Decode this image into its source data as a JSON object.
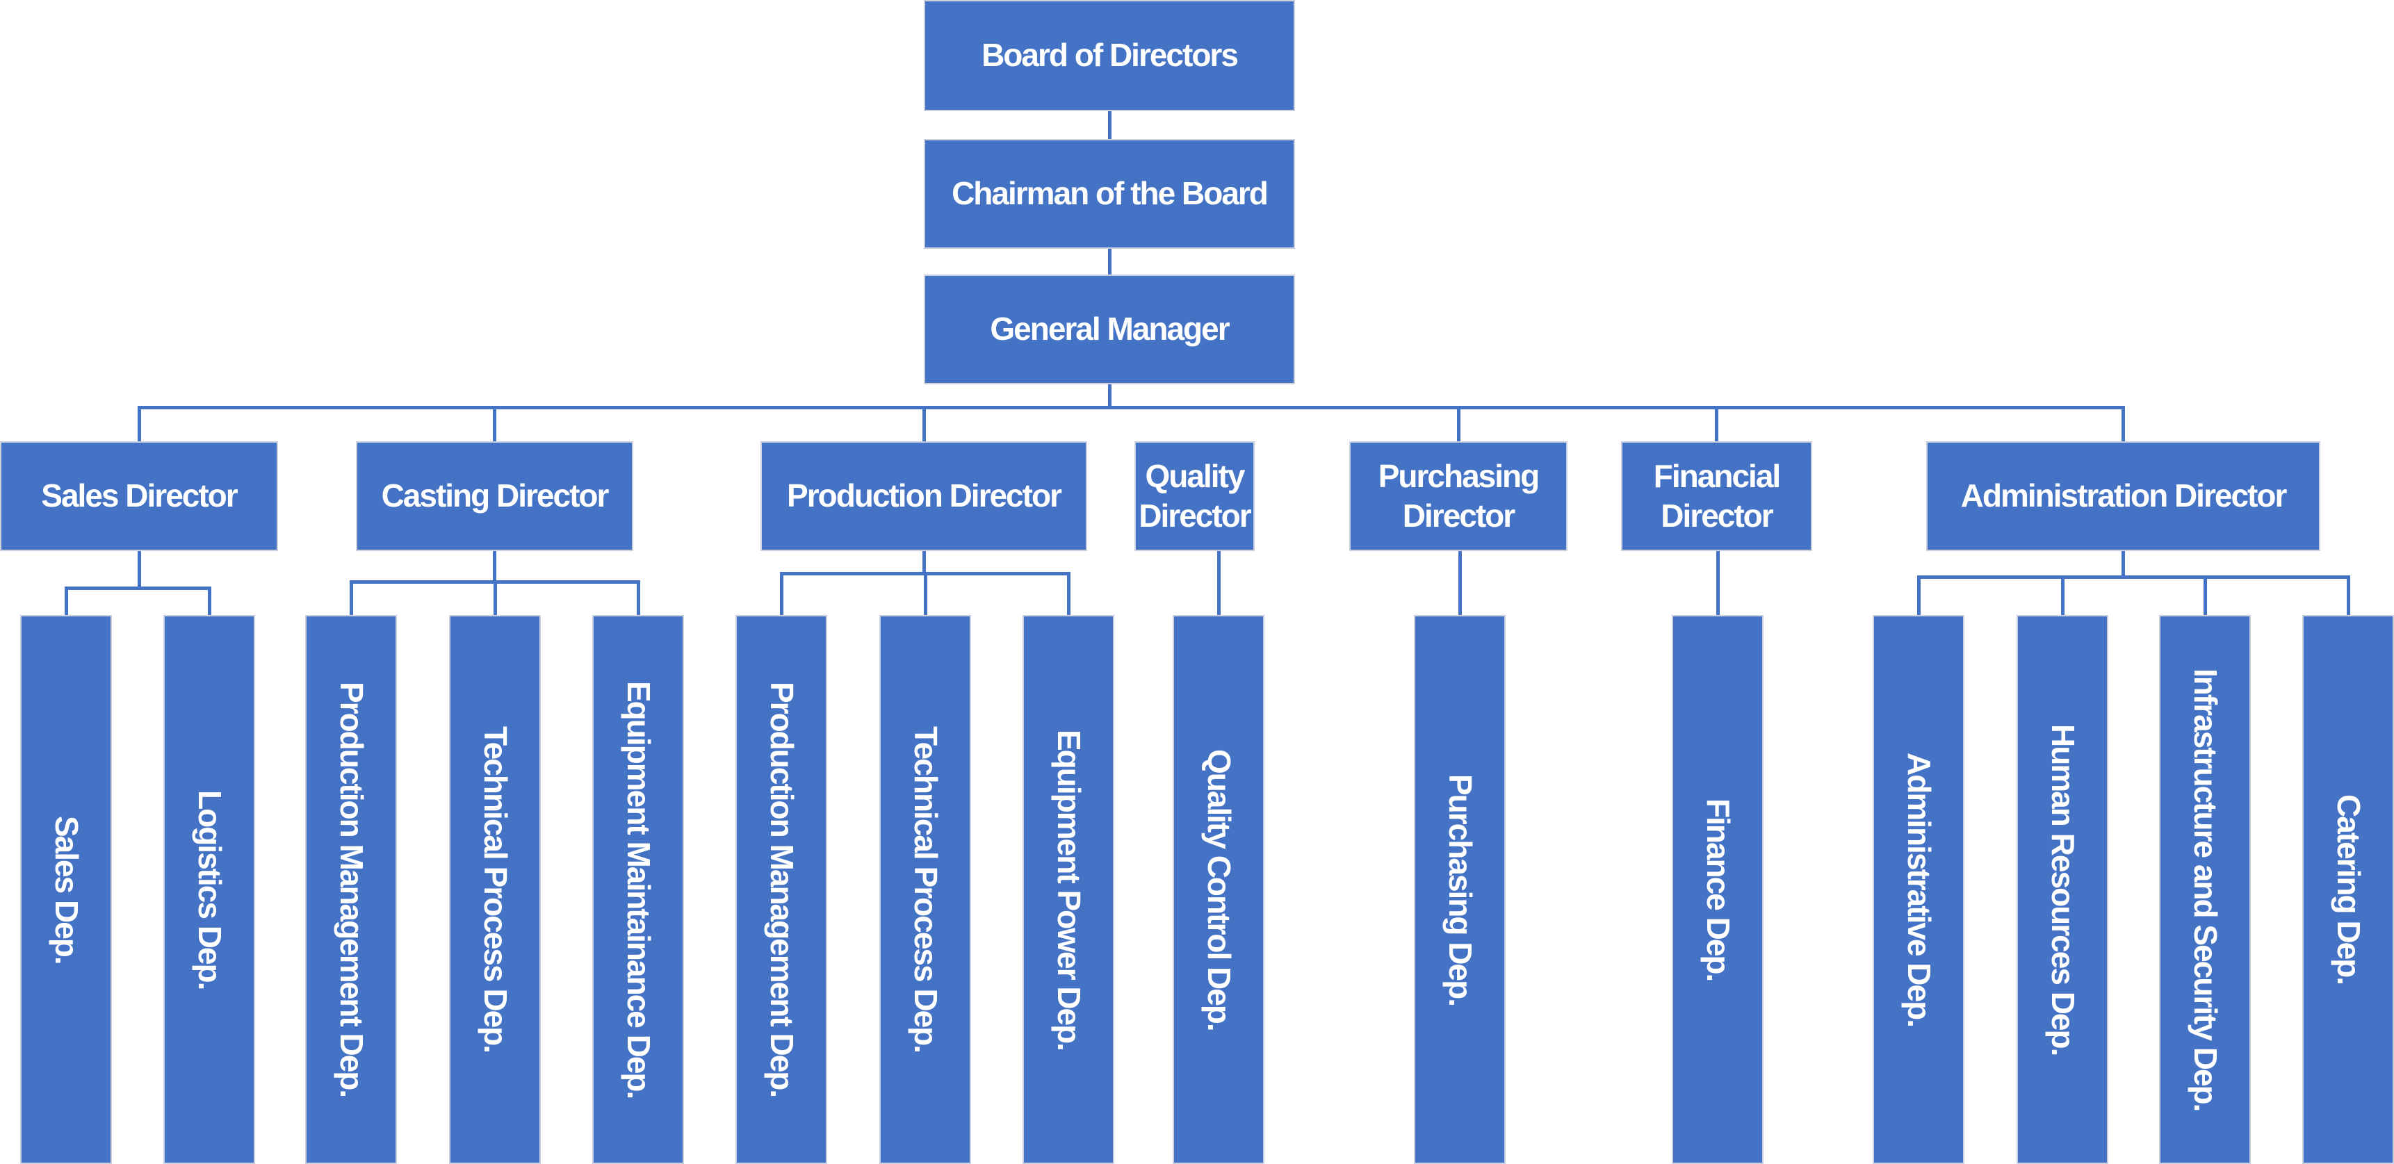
{
  "chart_title": "",
  "colors": {
    "box": "#4472C4",
    "text": "#FFFFFF",
    "connector": "#4472C4"
  },
  "top_chain": [
    {
      "id": "board",
      "label": "Board of Directors"
    },
    {
      "id": "chairman",
      "label": "Chairman of the Board"
    },
    {
      "id": "gm",
      "label": "General Manager"
    }
  ],
  "directors": [
    {
      "id": "sales",
      "label": "Sales Director",
      "connected_to_gm": true,
      "departments": [
        "Sales Dep.",
        "Logistics Dep."
      ]
    },
    {
      "id": "casting",
      "label": "Casting Director",
      "connected_to_gm": true,
      "departments": [
        "Production Management Dep.",
        "Technical Process Dep.",
        "Equipment Maintainance Dep."
      ]
    },
    {
      "id": "production",
      "label": "Production Director",
      "connected_to_gm": true,
      "departments": [
        "Production Management Dep.",
        "Technical Process Dep.",
        "Equipment Power Dep."
      ]
    },
    {
      "id": "quality",
      "label": "Quality Director",
      "connected_to_gm": false,
      "departments": [
        "Quality Control Dep."
      ]
    },
    {
      "id": "purchasing",
      "label": "Purchasing Director",
      "connected_to_gm": true,
      "departments": [
        "Purchasing Dep."
      ]
    },
    {
      "id": "financial",
      "label": "Financial Director",
      "connected_to_gm": true,
      "departments": [
        "Finance Dep."
      ]
    },
    {
      "id": "administration",
      "label": "Administration Director",
      "connected_to_gm": true,
      "departments": [
        "Administrative Dep.",
        "Human Resources Dep.",
        "Infrastructure and Security Dep.",
        "Catering Dep."
      ]
    }
  ]
}
